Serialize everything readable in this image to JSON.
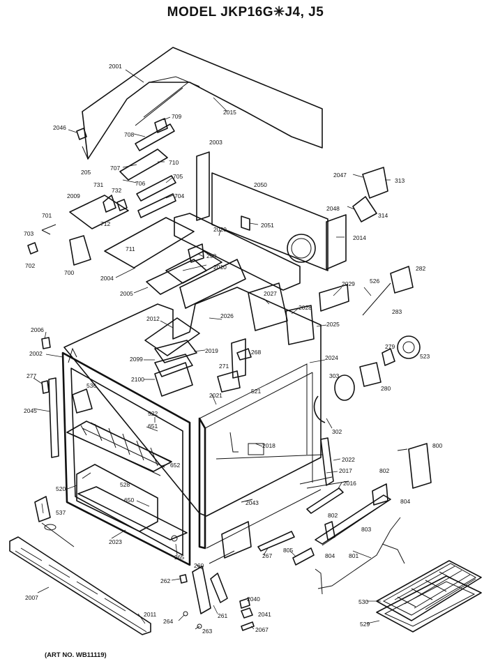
{
  "title": "MODEL JKP16G✳J4, J5",
  "footer": "(ART NO. WB11119)",
  "labels": [
    {
      "id": "2001",
      "text": "2001"
    },
    {
      "id": "2015",
      "text": "2015"
    },
    {
      "id": "2046",
      "text": "2046"
    },
    {
      "id": "709",
      "text": "709"
    },
    {
      "id": "708",
      "text": "708"
    },
    {
      "id": "205",
      "text": "205"
    },
    {
      "id": "2003",
      "text": "2003"
    },
    {
      "id": "710",
      "text": "710"
    },
    {
      "id": "707",
      "text": "707"
    },
    {
      "id": "706",
      "text": "706"
    },
    {
      "id": "705",
      "text": "705"
    },
    {
      "id": "731",
      "text": "731"
    },
    {
      "id": "732",
      "text": "732"
    },
    {
      "id": "704",
      "text": "704"
    },
    {
      "id": "2009",
      "text": "2009"
    },
    {
      "id": "2050",
      "text": "2050"
    },
    {
      "id": "2047",
      "text": "2047"
    },
    {
      "id": "313",
      "text": "313"
    },
    {
      "id": "701",
      "text": "701"
    },
    {
      "id": "712",
      "text": "712"
    },
    {
      "id": "2048",
      "text": "2048"
    },
    {
      "id": "314",
      "text": "314"
    },
    {
      "id": "2051",
      "text": "2051"
    },
    {
      "id": "703",
      "text": "703"
    },
    {
      "id": "711",
      "text": "711"
    },
    {
      "id": "2020",
      "text": "2020"
    },
    {
      "id": "2014",
      "text": "2014"
    },
    {
      "id": "702",
      "text": "702"
    },
    {
      "id": "700",
      "text": "700"
    },
    {
      "id": "290",
      "text": "290"
    },
    {
      "id": "2010",
      "text": "2010"
    },
    {
      "id": "2004",
      "text": "2004"
    },
    {
      "id": "282",
      "text": "282"
    },
    {
      "id": "2005",
      "text": "2005"
    },
    {
      "id": "526",
      "text": "526"
    },
    {
      "id": "2029",
      "text": "2029"
    },
    {
      "id": "2027",
      "text": "2027"
    },
    {
      "id": "2028",
      "text": "2028"
    },
    {
      "id": "283",
      "text": "283"
    },
    {
      "id": "2026",
      "text": "2026"
    },
    {
      "id": "2012",
      "text": "2012"
    },
    {
      "id": "2025",
      "text": "2025"
    },
    {
      "id": "2006",
      "text": "2006"
    },
    {
      "id": "279",
      "text": "279"
    },
    {
      "id": "523",
      "text": "523"
    },
    {
      "id": "2002",
      "text": "2002"
    },
    {
      "id": "2019",
      "text": "2019"
    },
    {
      "id": "268",
      "text": "268"
    },
    {
      "id": "2099",
      "text": "2099"
    },
    {
      "id": "2024",
      "text": "2024"
    },
    {
      "id": "271",
      "text": "271"
    },
    {
      "id": "277",
      "text": "277"
    },
    {
      "id": "303",
      "text": "303"
    },
    {
      "id": "2100",
      "text": "2100"
    },
    {
      "id": "521",
      "text": "521"
    },
    {
      "id": "280",
      "text": "280"
    },
    {
      "id": "536",
      "text": "536"
    },
    {
      "id": "2045",
      "text": "2045"
    },
    {
      "id": "2021",
      "text": "2021"
    },
    {
      "id": "522",
      "text": "522"
    },
    {
      "id": "302",
      "text": "302"
    },
    {
      "id": "651",
      "text": "651"
    },
    {
      "id": "800",
      "text": "800"
    },
    {
      "id": "2018",
      "text": "2018"
    },
    {
      "id": "2022",
      "text": "2022"
    },
    {
      "id": "652",
      "text": "652"
    },
    {
      "id": "2017",
      "text": "2017"
    },
    {
      "id": "802a",
      "text": "802"
    },
    {
      "id": "520",
      "text": "520"
    },
    {
      "id": "528",
      "text": "528"
    },
    {
      "id": "2016",
      "text": "2016"
    },
    {
      "id": "804a",
      "text": "804"
    },
    {
      "id": "650",
      "text": "650"
    },
    {
      "id": "2043",
      "text": "2043"
    },
    {
      "id": "537",
      "text": "537"
    },
    {
      "id": "802b",
      "text": "802"
    },
    {
      "id": "803",
      "text": "803"
    },
    {
      "id": "2023",
      "text": "2023"
    },
    {
      "id": "265",
      "text": "265"
    },
    {
      "id": "267",
      "text": "267"
    },
    {
      "id": "805",
      "text": "805"
    },
    {
      "id": "804b",
      "text": "804"
    },
    {
      "id": "801",
      "text": "801"
    },
    {
      "id": "260",
      "text": "260"
    },
    {
      "id": "262",
      "text": "262"
    },
    {
      "id": "2007",
      "text": "2007"
    },
    {
      "id": "2040",
      "text": "2040"
    },
    {
      "id": "530",
      "text": "530"
    },
    {
      "id": "261",
      "text": "261"
    },
    {
      "id": "2041",
      "text": "2041"
    },
    {
      "id": "2011",
      "text": "2011"
    },
    {
      "id": "264",
      "text": "264"
    },
    {
      "id": "529",
      "text": "529"
    },
    {
      "id": "263",
      "text": "263"
    },
    {
      "id": "2067",
      "text": "2067"
    }
  ]
}
